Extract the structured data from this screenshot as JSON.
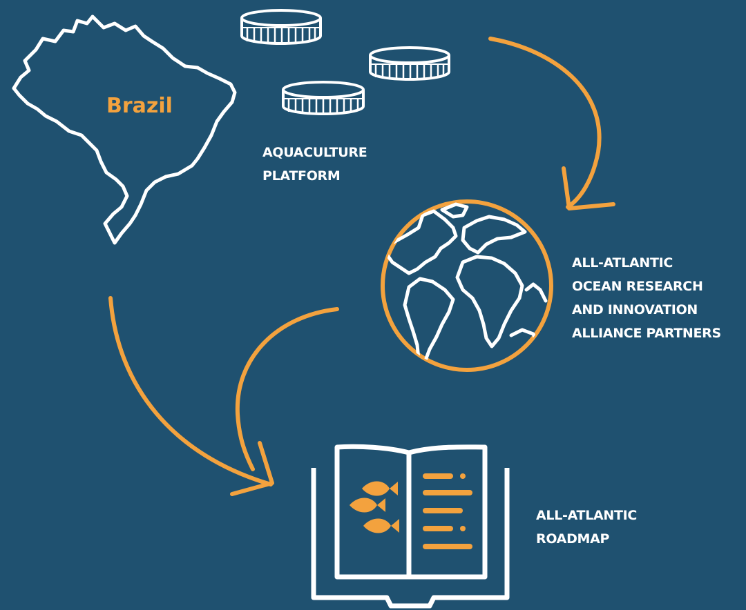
{
  "colors": {
    "background": "#1f5170",
    "accent": "#f3a23e",
    "outline": "#ffffff"
  },
  "brazil": {
    "label": "Brazil",
    "icon": "brazil-map-icon"
  },
  "aquaculture": {
    "icon": "coin-stack-icon",
    "lines": [
      "AQUACULTURE",
      "PLATFORM"
    ]
  },
  "alliance": {
    "icon": "globe-icon",
    "lines": [
      "ALL-ATLANTIC",
      "OCEAN RESEARCH",
      "AND INNOVATION",
      "ALLIANCE PARTNERS"
    ]
  },
  "roadmap": {
    "icon": "open-book-icon",
    "lines": [
      "ALL-ATLANTIC",
      "ROADMAP"
    ]
  }
}
